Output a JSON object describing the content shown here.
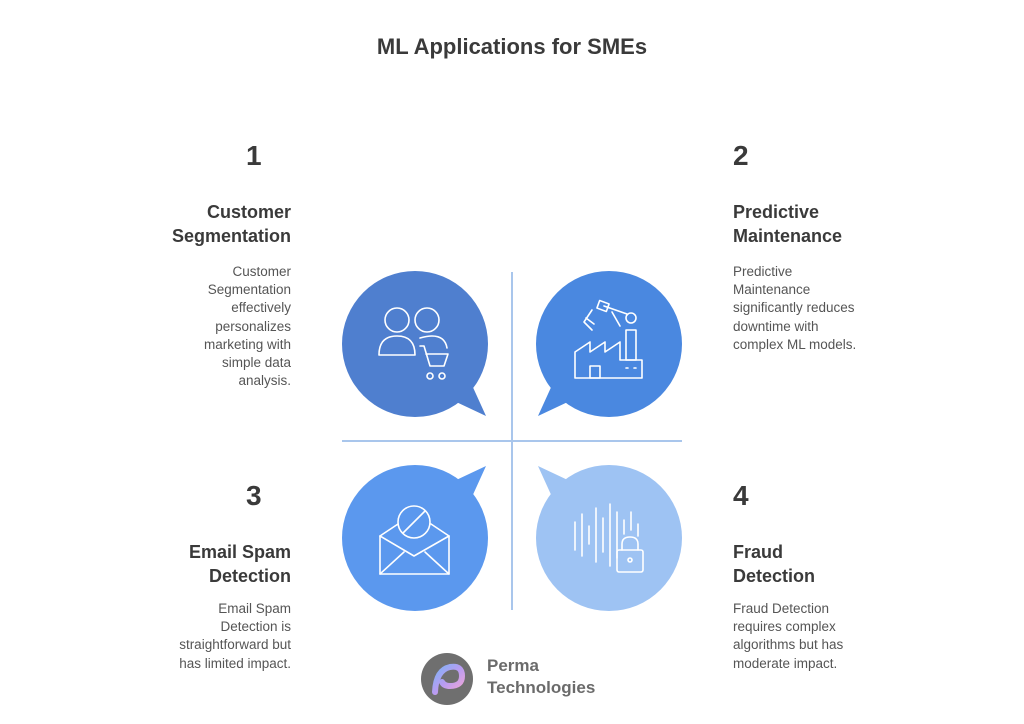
{
  "title": "ML Applications for SMEs",
  "quadrants": [
    {
      "number": "1",
      "heading_line1": "Customer",
      "heading_line2": "Segmentation",
      "desc_lines": [
        "Customer",
        "Segmentation",
        "effectively",
        "personalizes",
        "marketing with",
        "simple data",
        "analysis."
      ],
      "icon": "people-cart-icon",
      "color": "#4f7fcf"
    },
    {
      "number": "2",
      "heading_line1": "Predictive",
      "heading_line2": "Maintenance",
      "desc_lines": [
        "Predictive",
        "Maintenance",
        "significantly reduces",
        "downtime with",
        "complex ML models."
      ],
      "icon": "factory-robot-arm-icon",
      "color": "#4a88e0"
    },
    {
      "number": "3",
      "heading_line1": "Email Spam",
      "heading_line2": "Detection",
      "desc_lines": [
        "Email Spam",
        "Detection is",
        "straightforward but",
        "has limited impact."
      ],
      "icon": "blocked-envelope-icon",
      "color": "#5b98ee"
    },
    {
      "number": "4",
      "heading_line1": "Fraud",
      "heading_line2": "Detection",
      "desc_lines": [
        "Fraud Detection",
        "requires complex",
        "algorithms but has",
        "moderate impact."
      ],
      "icon": "soundwave-lock-icon",
      "color": "#9ec3f3"
    }
  ],
  "logo": {
    "line1": "Perma",
    "line2": "Technologies",
    "icon": "perma-logo-icon"
  },
  "colors": {
    "axis": "#a9c6ec",
    "text_dark": "#3a3a3a",
    "text_body": "#555555"
  }
}
